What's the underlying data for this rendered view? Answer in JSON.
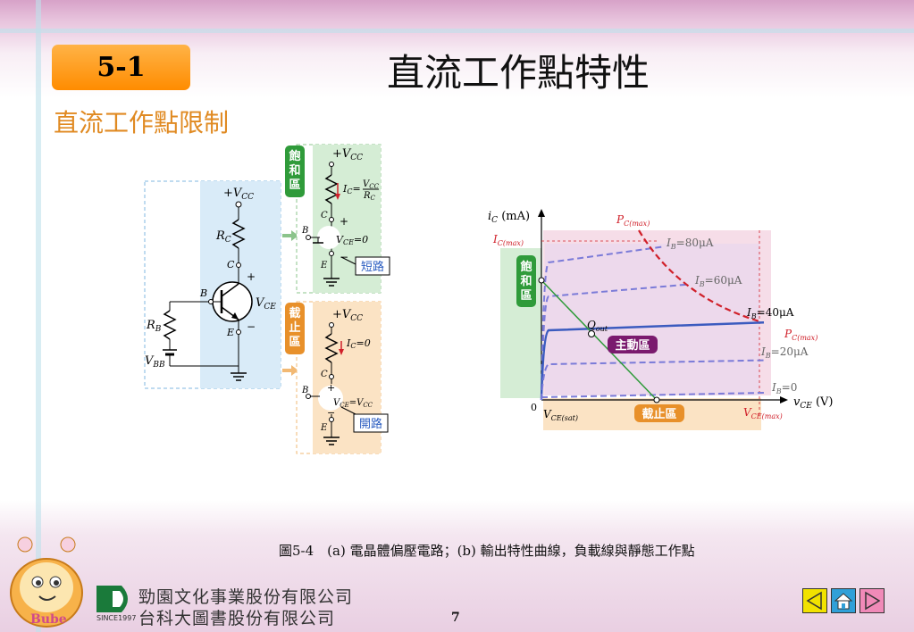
{
  "slide": {
    "badge": "5-1",
    "title": "直流工作點特性",
    "subtitle": "直流工作點限制",
    "caption": "圖5-4　(a) 電晶體偏壓電路；(b) 輸出特性曲線，負載線與靜態工作點",
    "page_number": "7"
  },
  "publisher": {
    "line1": "勁園文化事業股份有限公司",
    "line2": "台科大圖書股份有限公司",
    "since": "SINCE1997",
    "mascot_label": "Bube"
  },
  "circuit": {
    "vcc": "+V",
    "vcc_sub": "CC",
    "rc": "R",
    "rc_sub": "C",
    "rb": "R",
    "rb_sub": "B",
    "vbb": "V",
    "vbb_sub": "BB",
    "vce": "V",
    "vce_sub": "CE",
    "node_b": "B",
    "node_c": "C",
    "node_e": "E",
    "plus": "+",
    "minus": "−"
  },
  "saturation_panel": {
    "label_chars": [
      "飽",
      "和",
      "區"
    ],
    "ic_formula": "I",
    "ic_sub": "C",
    "eq": "=",
    "frac_num": "V",
    "frac_num_sub": "CC",
    "frac_den": "R",
    "frac_den_sub": "C",
    "vce_text": "V",
    "vce_sub": "CE",
    "vce_value": "=0",
    "short_label": "短路"
  },
  "cutoff_panel": {
    "label_chars": [
      "截",
      "止",
      "區"
    ],
    "ic_text": "I",
    "ic_sub": "C",
    "ic_value": "=0",
    "vce_text": "V",
    "vce_sub": "CE",
    "vce_eq": "=V",
    "vce_eq_sub": "CC",
    "open_label": "開路"
  },
  "chart_data": {
    "type": "line",
    "ylabel": "i",
    "ylabel_sub": "C",
    "ylabel_unit": " (mA)",
    "xlabel": "v",
    "xlabel_sub": "CE",
    "xlabel_unit": " (V)",
    "origin": "0",
    "ic_max_label": "I",
    "ic_max_sub": "C(max)",
    "pc_max_label_top": "P",
    "pc_max_sub_top": "C(max)",
    "pc_max_label_right": "P",
    "pc_max_sub_right": "C(max)",
    "vce_sat_label": "V",
    "vce_sat_sub": "CE(sat)",
    "vce_max_label": "V",
    "vce_max_sub": "CE(max)",
    "q_label": "Q",
    "q_sub": "out",
    "regions": {
      "saturation": [
        "飽",
        "和",
        "區"
      ],
      "active": "主動區",
      "cutoff": "截止區"
    },
    "curves": [
      {
        "name": "I",
        "name_sub": "B",
        "value": "=80μA",
        "ib": 80
      },
      {
        "name": "I",
        "name_sub": "B",
        "value": "=60μA",
        "ib": 60
      },
      {
        "name": "I",
        "name_sub": "B",
        "value": "=40μA",
        "ib": 40
      },
      {
        "name": "I",
        "name_sub": "B",
        "value": "=20μA",
        "ib": 20
      },
      {
        "name": "I",
        "name_sub": "B",
        "value": "=0",
        "ib": 0
      }
    ],
    "colors": {
      "dashed": "#7b7bd8",
      "solid": "#3b5bbf",
      "pc": "#d0202a",
      "loadline": "#2f9b3a",
      "active": "#7a1a6e",
      "cutoff": "#e8902a",
      "saturation": "#3aa03a"
    }
  }
}
